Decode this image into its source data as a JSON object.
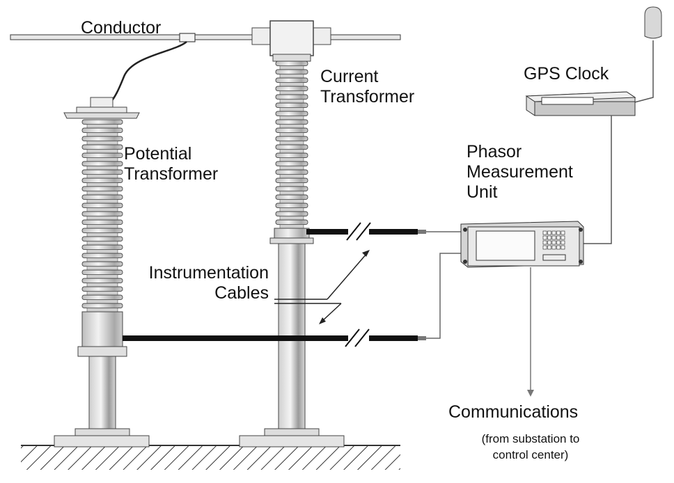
{
  "labels": {
    "conductor": "Conductor",
    "current_transformer": [
      "Current",
      "Transformer"
    ],
    "gps_clock": "GPS Clock",
    "potential_transformer": [
      "Potential",
      "Transformer"
    ],
    "pmu": [
      "Phasor",
      "Measurement",
      "Unit"
    ],
    "instrumentation_cables": [
      "Instrumentation",
      "Cables"
    ],
    "communications": "Communications",
    "communications_note": [
      "(from substation to",
      "control center)"
    ]
  },
  "colors": {
    "line": "#333333",
    "insulator_fill": "#e6e6e6",
    "insulator_shade": "#bdbdbd",
    "cable": "#111111",
    "background": "#ffffff"
  }
}
